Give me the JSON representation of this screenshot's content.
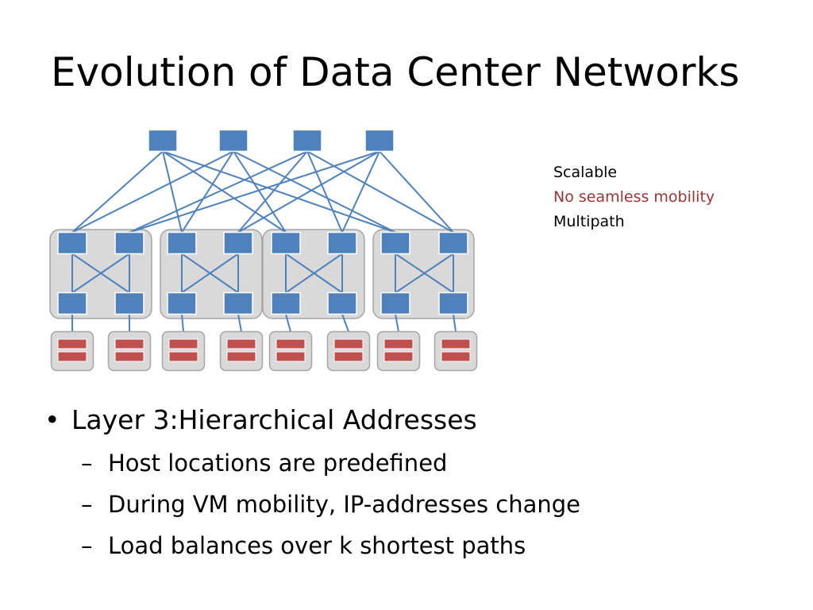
{
  "slide": {
    "title": "Evolution of Data Center Networks"
  },
  "properties": [
    {
      "text": "Scalable",
      "color": "#000000"
    },
    {
      "text": "No seamless mobility",
      "color": "#953735"
    },
    {
      "text": "Multipath",
      "color": "#000000"
    }
  ],
  "bullets": {
    "marker": "•",
    "sub_marker": "–",
    "items": [
      {
        "text": "Layer 3:Hierarchical Addresses",
        "subitems": [
          "Host locations are predefined",
          "During VM mobility, IP-addresses change",
          "Load balances over k shortest paths"
        ]
      }
    ]
  },
  "topology": {
    "core_switch_count": 4,
    "pod_count": 4,
    "aggregation_switches_per_pod": 2,
    "edge_switches_per_pod": 2,
    "hosts_per_edge_switch": 1,
    "switch_color": "#4f81bd",
    "link_color": "#4f81bd",
    "host_color": "#c0504d",
    "pod_fill_color": "#d9d9d9"
  }
}
